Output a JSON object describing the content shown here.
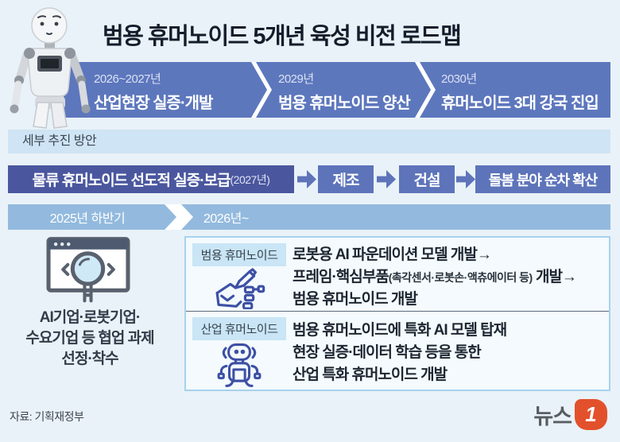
{
  "title": "범용 휴머노이드 5개년 육성 비전 로드맵",
  "colors": {
    "background": "#e9f2f8",
    "band_blue": "#5d77bd",
    "dark_blue_box": "#4a579e",
    "mid_blue_box": "#5d74ba",
    "light_bar": "#cfe4f4",
    "timeline_blue": "#93bade",
    "badge_blue": "#c9e5f6",
    "icon_indigo": "#3d50a5",
    "logo_orange": "#e2512c"
  },
  "stages": [
    {
      "year": "2026~2027년",
      "label": "산업현장 실증·개발"
    },
    {
      "year": "2029년",
      "label": "범용 휴머노이드 양산"
    },
    {
      "year": "2030년",
      "label": "휴머노이드 3대 강국 진입"
    }
  ],
  "section_header": "세부 추진 방안",
  "flow": {
    "lead_main": "물류 휴머노이드 선도적 실증·보급",
    "lead_suffix": "(2027년)",
    "step1": "제조",
    "step2": "건설",
    "step3": "돌봄 분야 순차 확산"
  },
  "timeline": {
    "phase1": "2025년 하반기",
    "phase2": "2026년~"
  },
  "left_task": {
    "line1": "AI기업·로봇기업·",
    "line2": "수요기업 등 협업 과제",
    "line3": "선정·착수"
  },
  "rows": [
    {
      "badge": "범용 휴머노이드",
      "line1": "로봇용 AI 파운데이션 모델 개발→",
      "line2_pre": "프레임·핵심부품",
      "line2_small": "(촉각센서·로봇손·액츄에이터 등)",
      "line2_post": " 개발→",
      "line3": "범용 휴머노이드 개발"
    },
    {
      "badge": "산업 휴머노이드",
      "line1": "범용 휴머노이드에 특화 AI 모델 탑재",
      "line2": "현장 실증·데이터 학습 등을 통한",
      "line3": "산업 특화 휴머노이드 개발"
    }
  ],
  "footer": {
    "source": "자료: 기획재정부",
    "logo_text": "뉴스",
    "logo_badge": "1"
  }
}
